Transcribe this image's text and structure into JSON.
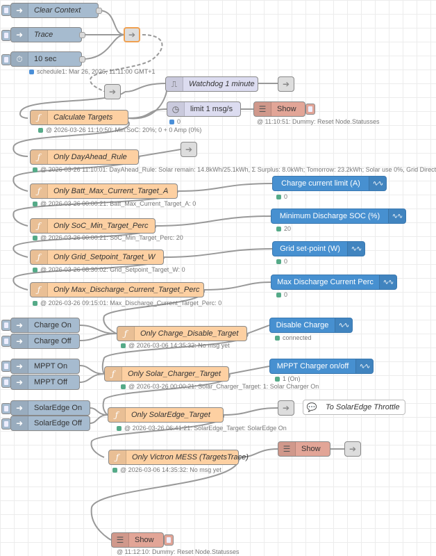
{
  "nodes": {
    "clear_context": "Clear Context",
    "trace": "Trace",
    "ten_sec": "10 sec",
    "watchdog": "Watchdog 1 minute",
    "limit": "limit 1 msg/s",
    "show1": "Show",
    "calculate_targets": "Calculate Targets",
    "dayahead": "Only DayAhead_Rule",
    "batt_max": "Only Batt_Max_Current_Target_A",
    "soc_min": "Only SoC_Min_Target_Perc",
    "grid_setpoint": "Only Grid_Setpoint_Target_W",
    "max_discharge": "Only Max_Discharge_Current_Target_Perc",
    "charge_current": "Charge current limit (A)",
    "min_soc": "Minimum Discharge SOC (%)",
    "grid_set": "Grid set-point (W)",
    "max_discharge_perc": "Max Discharge Current Perc",
    "charge_on": "Charge On",
    "charge_off": "Charge Off",
    "charge_disable": "Only Charge_Disable_Target",
    "disable_charge": "Disable Charge",
    "mppt_on": "MPPT On",
    "mppt_off": "MPPT Off",
    "solar_charger": "Only Solar_Charger_Target",
    "mppt_charger": "MPPT Charger on/off",
    "solaredge_on": "SolarEdge On",
    "solaredge_off": "SolarEdge Off",
    "solaredge_target": "Only SolarEdge_Target",
    "to_solaredge": "To SolarEdge Throttle",
    "victron_mess": "Only Victron MESS (TargetsTrace)",
    "show2": "Show",
    "show3": "Show"
  },
  "status": {
    "schedule": "schedule1: Mar 26, 2026, 11:11:00 GMT+1",
    "limit": "0",
    "show1": "@ 11:10:51: Dummy: Reset Node.Statusses",
    "calculate": "@ 2026-03-26 11:10:50: Min.SoC: 20%; 0 + 0 Amp (0%)",
    "dayahead": "@ 2026-03-26 11:10:01: DayAhead_Rule: Solar remain: 14.8kWh/25.1kWh, Σ Surplus: 8.0kWh; Tomorrow: 23.2kWh; Solar use 0%, Grid Direct",
    "batt_max": "@ 2026-03-26 00:00:21: Batt_Max_Current_Target_A: 0",
    "charge_current": "0",
    "soc_min": "@ 2026-03-26 00:00:21: SoC_Min_Target_Perc: 20",
    "min_soc": "20",
    "grid_setpoint": "@ 2026-03-26 08:30:02: Grid_Setpoint_Target_W: 0",
    "grid_set": "0",
    "max_discharge": "@ 2026-03-26 09:15:01: Max_Discharge_Current_Target_Perc: 0",
    "max_discharge_perc": "0",
    "charge_disable": "@ 2026-03-06 14:35:32: No msg yet",
    "disable_charge": "connected",
    "solar_charger": "@ 2026-03-26 00:00:21: Solar_Charger_Target: 1: Solar Charger On",
    "mppt_charger": "1 (On)",
    "solaredge_target": "@ 2026-03-26 06:41:21: SolarEdge_Target: SolarEdge On",
    "victron_mess": "@ 2026-03-06 14:35:32: No msg yet",
    "show3": "@ 11:12:10: Dummy: Reset Node.Statusses"
  },
  "colors": {
    "inject": "#a6bbcf",
    "function": "#fdd0a2",
    "victron": "#4790d0",
    "debug": "#e2a597",
    "catch": "#dcdcf0",
    "status_green": "#55aa88",
    "status_blue": "#4a8fd8",
    "wire": "#999999"
  }
}
